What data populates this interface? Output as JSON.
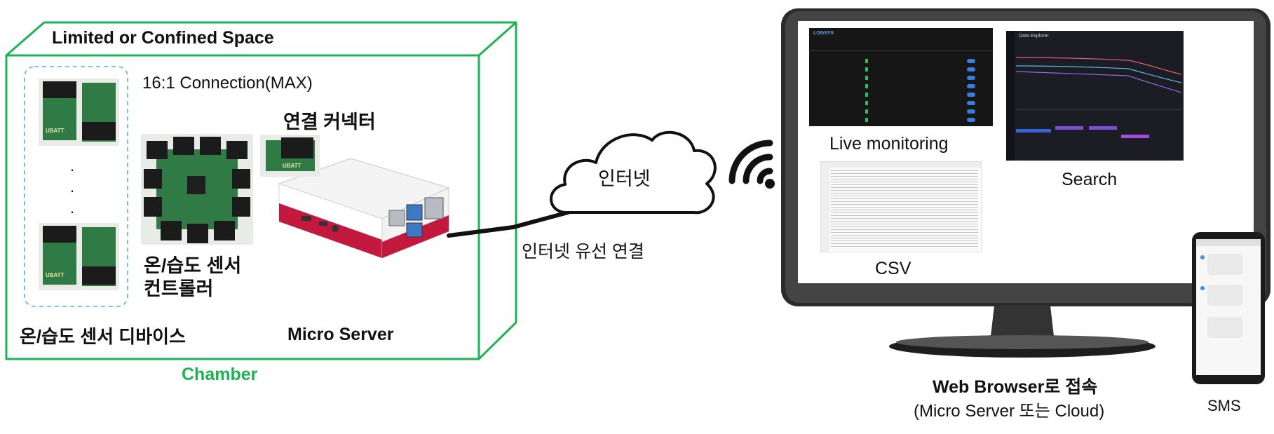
{
  "chamber": {
    "title": "Limited or Confined Space",
    "caption": "Chamber",
    "connection_text": "16:1 Connection(MAX)",
    "connector_label": "연결 커넥터",
    "controller_label_line1": "온/습도 센서",
    "controller_label_line2": "컨트롤러",
    "devices_label": "온/습도 센서 디바이스",
    "micro_server_label": "Micro Server",
    "device_dots": ".\n.\n.",
    "board_brand": "UBATT",
    "accent_color": "#1db253"
  },
  "network": {
    "cloud_label": "인터넷",
    "wired_label": "인터넷 유선 연결",
    "wifi_icon": "wifi-signal-icon"
  },
  "monitor": {
    "live_label": "Live monitoring",
    "search_label": "Search",
    "csv_label": "CSV",
    "access_label": "Web Browser로 접속",
    "access_sub": "(Micro Server 또는 Cloud)",
    "live_brand": "LOGSYS",
    "search_title": "Data Explorer"
  },
  "phone": {
    "label": "SMS"
  }
}
